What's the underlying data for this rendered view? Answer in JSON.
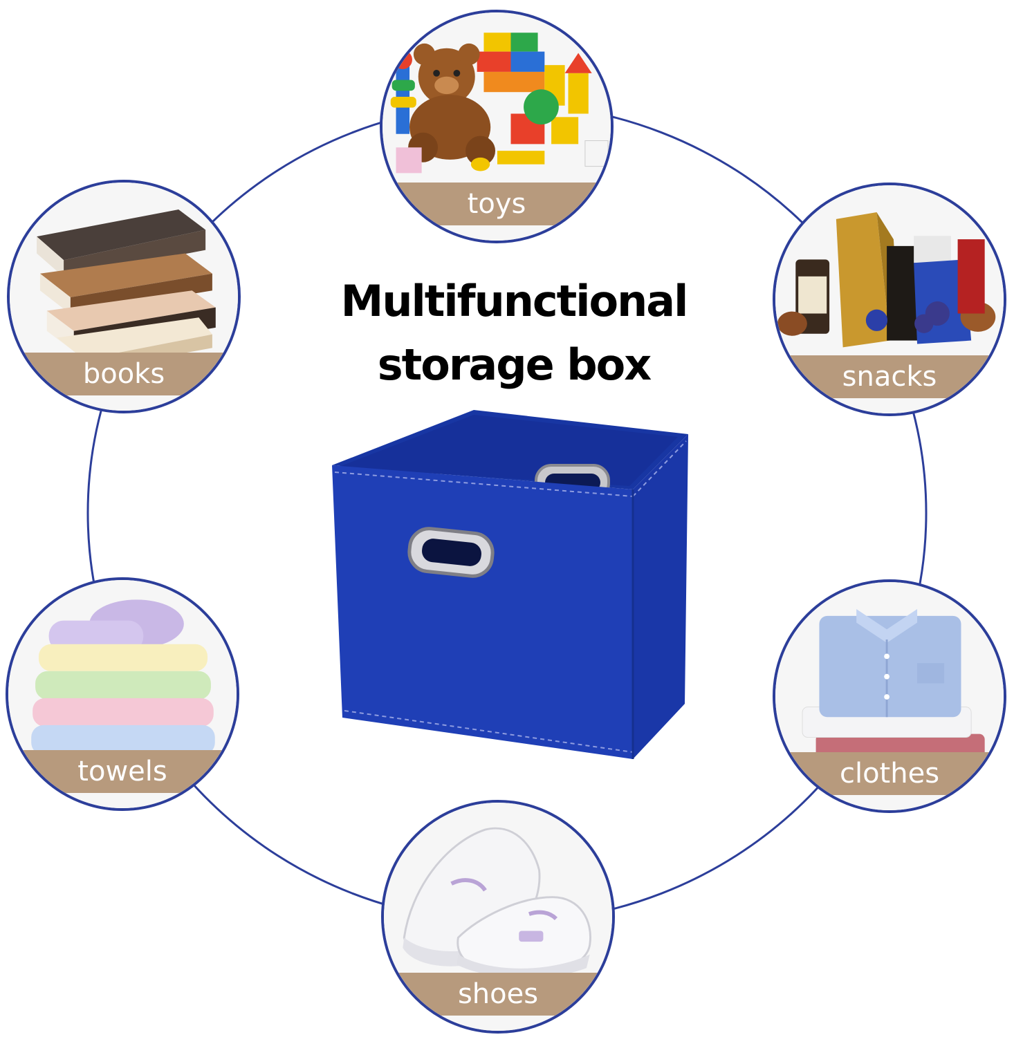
{
  "headline": {
    "line1": "Multifunctional",
    "line2": "storage box"
  },
  "colors": {
    "ring": "#2c3e9a",
    "band": "#b79a7d",
    "box": "#1f3fb6"
  },
  "items": [
    {
      "id": "toys",
      "label": "toys"
    },
    {
      "id": "books",
      "label": "books"
    },
    {
      "id": "snacks",
      "label": "snacks"
    },
    {
      "id": "towels",
      "label": "towels"
    },
    {
      "id": "clothes",
      "label": "clothes"
    },
    {
      "id": "shoes",
      "label": "shoes"
    }
  ]
}
